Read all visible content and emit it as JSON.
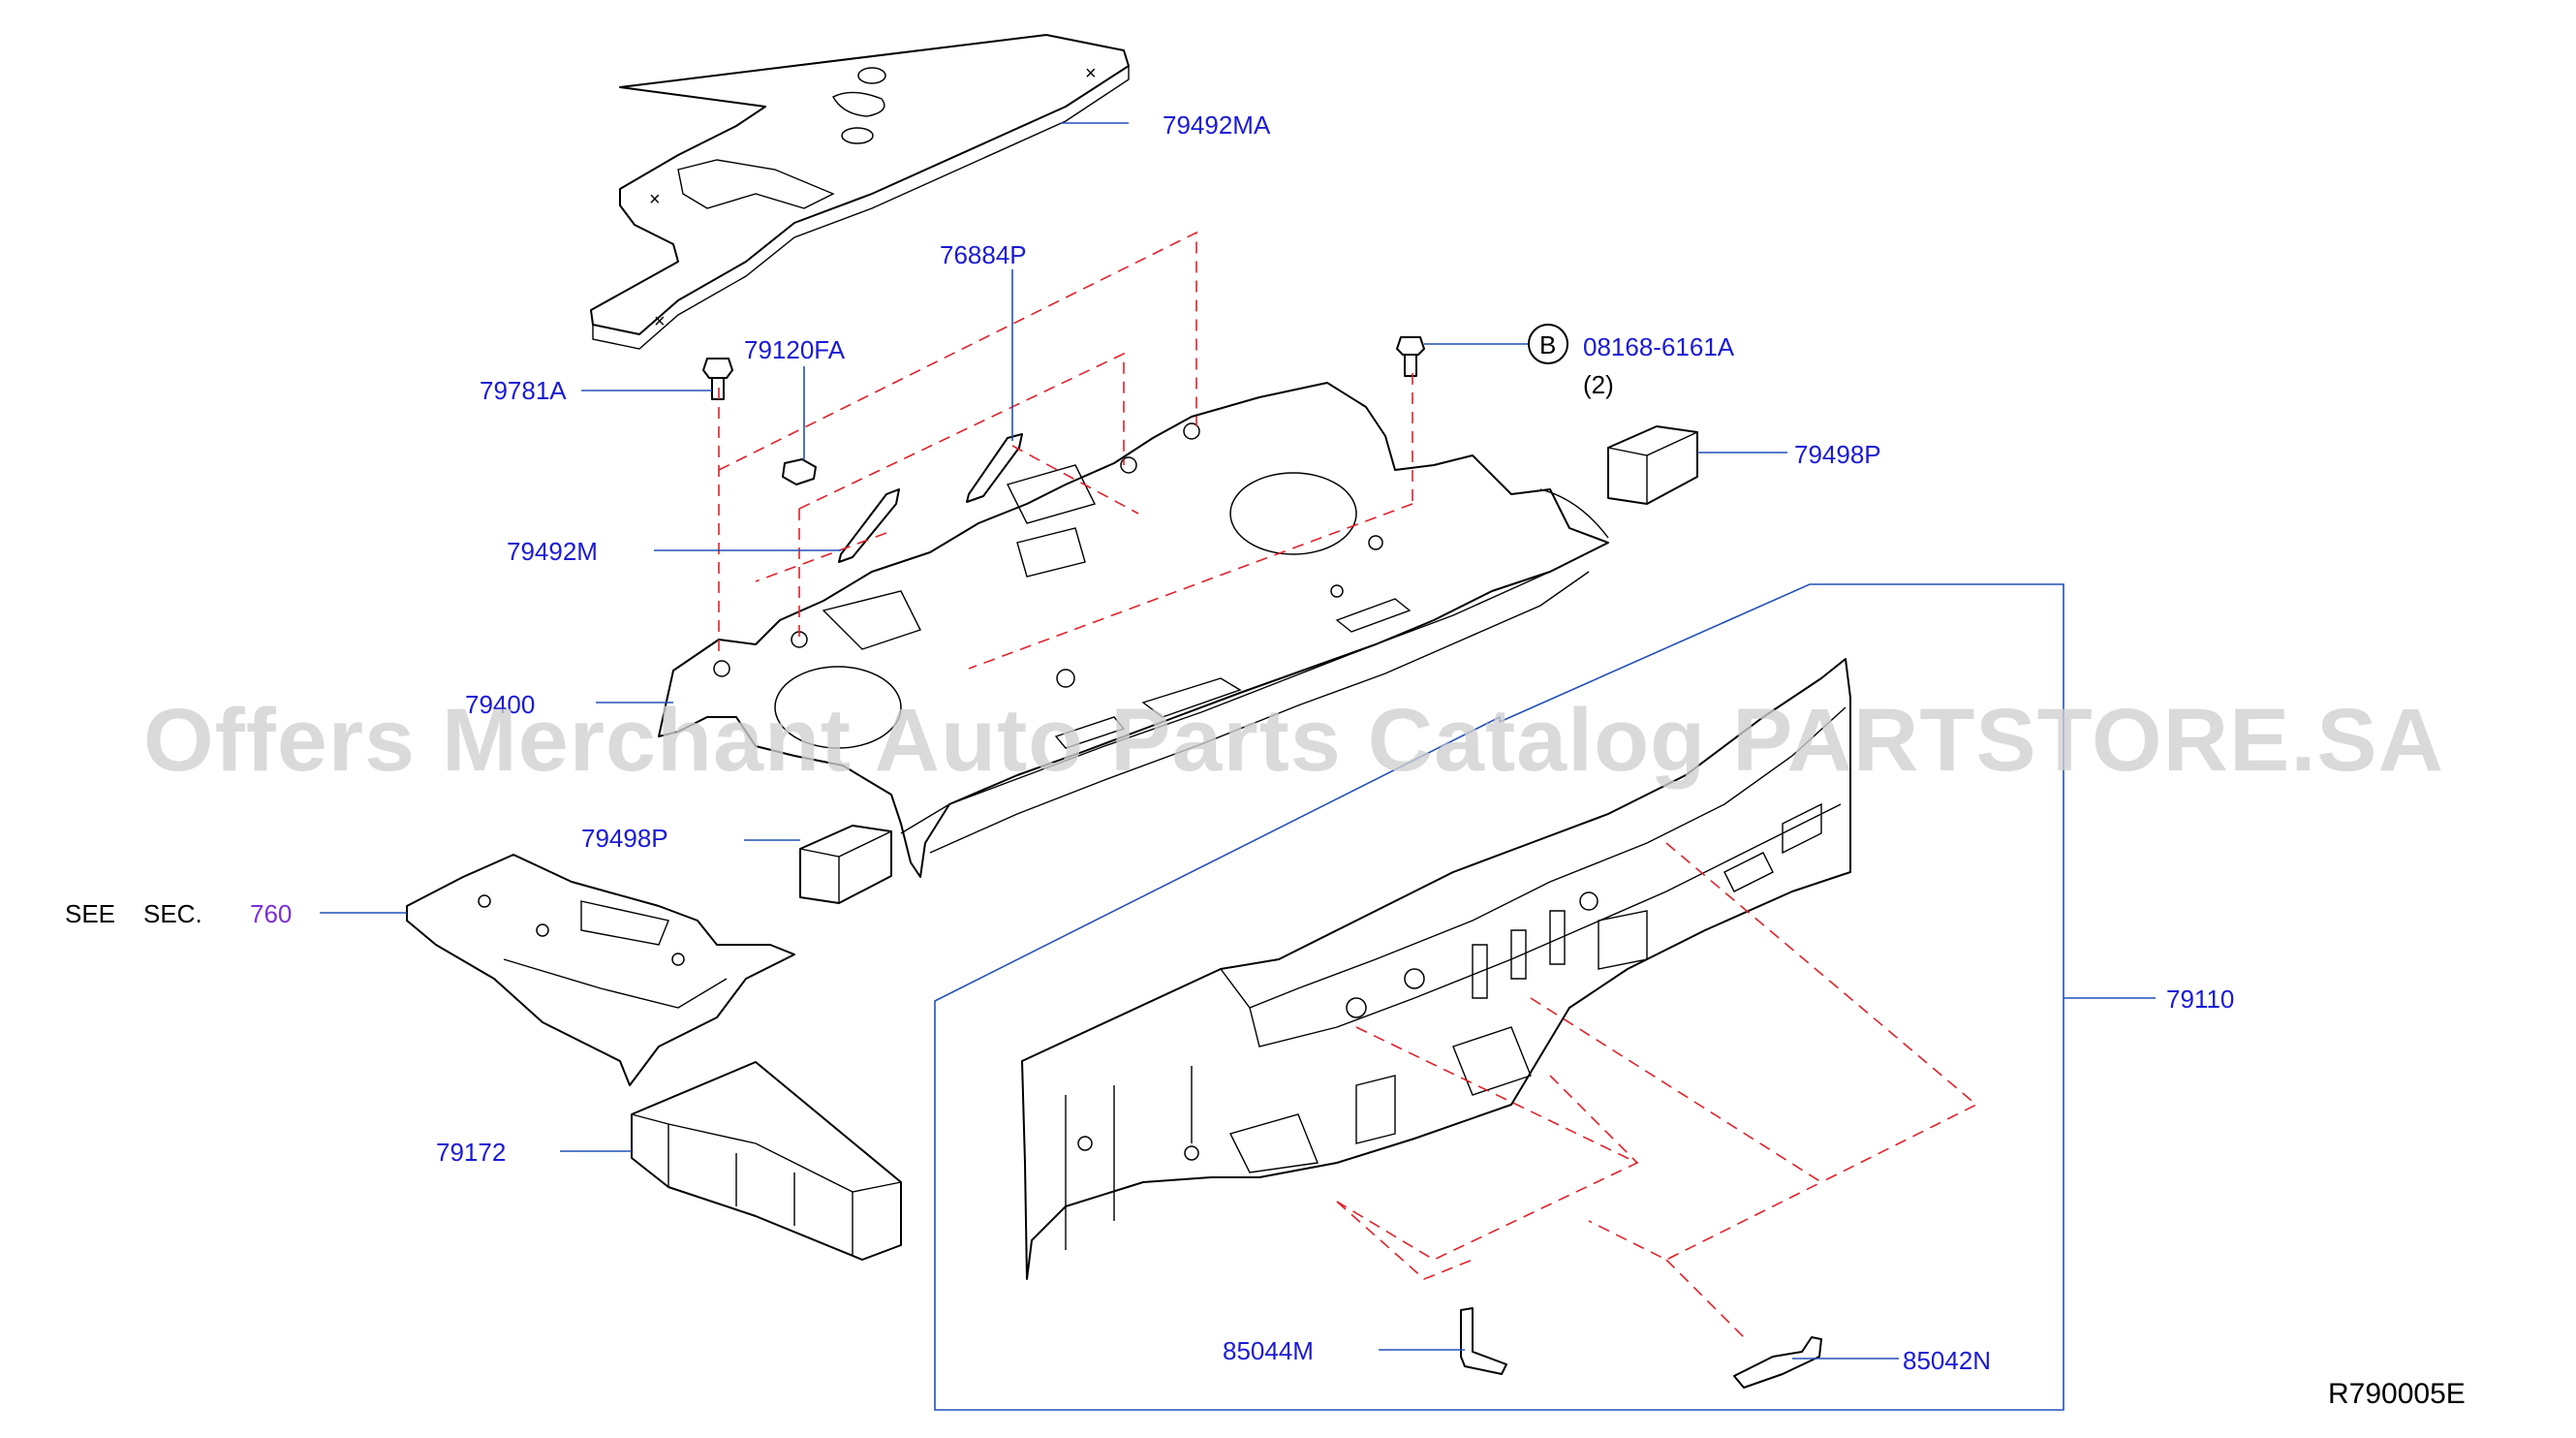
{
  "diagram_code": "R790005E",
  "watermark": "Offers Merchant Auto Parts Catalog PARTSTORE.SA",
  "see_section": {
    "see": "SEE",
    "sec": "SEC.",
    "ref": "760"
  },
  "callout": {
    "letter": "B",
    "part_number": "08168-6161A",
    "quantity": "(2)"
  },
  "parts": {
    "p79492MA": "79492MA",
    "p76884P": "76884P",
    "p79120FA": "79120FA",
    "p79781A": "79781A",
    "p79498P_top": "79498P",
    "p79492M": "79492M",
    "p79400": "79400",
    "p79498P_mid": "79498P",
    "p79172": "79172",
    "p79110": "79110",
    "p85044M": "85044M",
    "p85042N": "85042N"
  }
}
